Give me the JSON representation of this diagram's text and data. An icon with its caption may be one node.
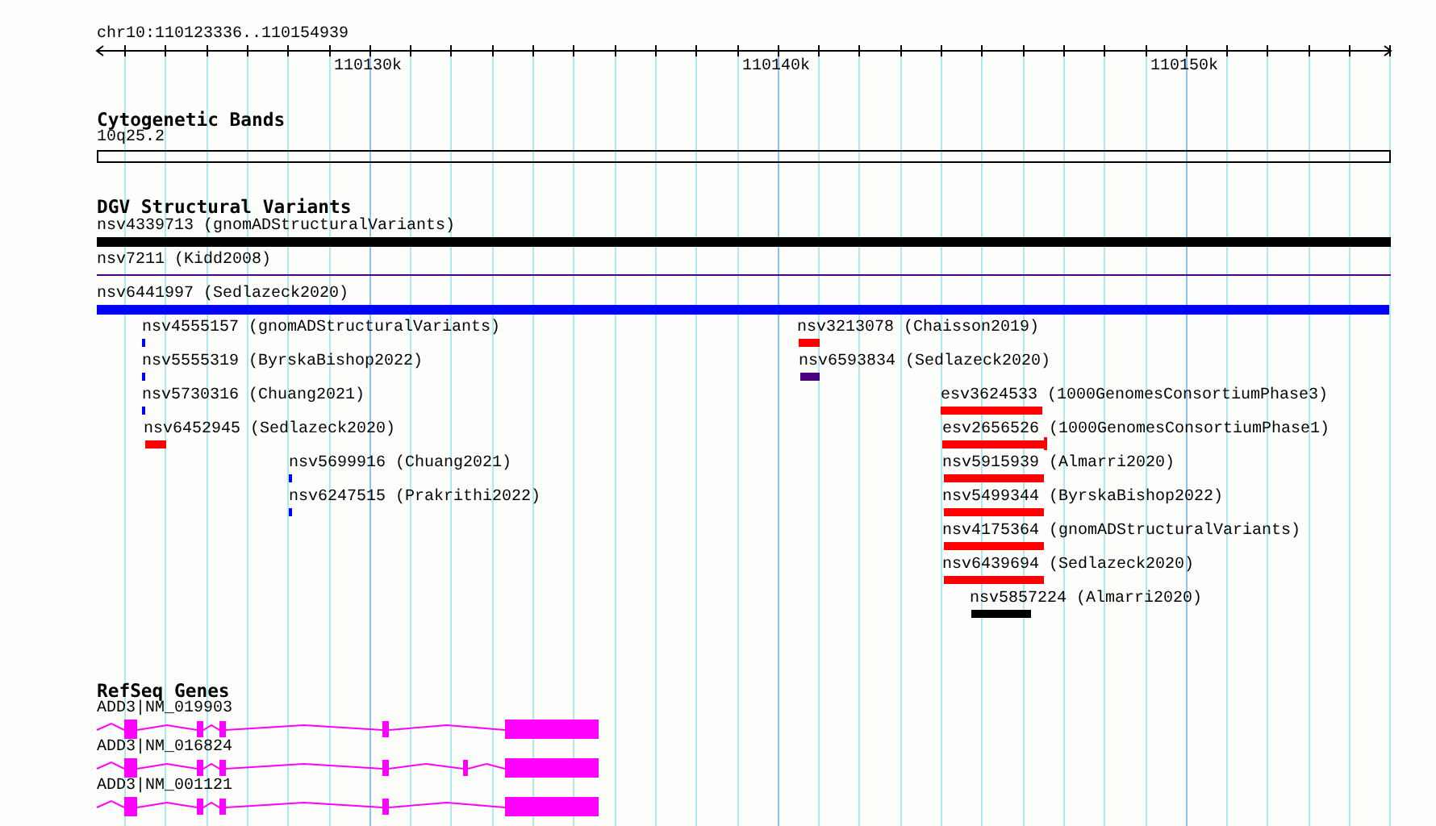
{
  "diagram": {
    "nodes": [
      {
        "text": [
          "nsv4339713 (gnomADStructuralVariants)"
        ]
      },
      {
        "text": [
          "nsv7211 (Kidd2008)"
        ]
      },
      {
        "text": [
          "nsv6441997 (Sedlazeck2020)"
        ]
      },
      {
        "text": [
          "nsv4555157 (gnomADStructuralVariants)"
        ]
      },
      {
        "text": [
          "nsv5555319 (ByrskaBishop2022)"
        ]
      },
      {
        "text": [
          "nsv5730316 (Chuang2021)"
        ]
      },
      {
        "text": [
          "nsv6452945 (Sedlazeck2020)"
        ]
      },
      {
        "text": [
          "nsv5699916 (Chuang2021)"
        ]
      },
      {
        "text": [
          "nsv6247515 (Prakrithi2022)"
        ]
      },
      {
        "text": [
          "nsv3213078 (Chaisson2019)"
        ]
      },
      {
        "text": [
          "nsv6593834 (Sedlazeck2020)"
        ]
      },
      {
        "text": [
          "esv3624533 (1000GenomesConsortiumPhase3)"
        ]
      },
      {
        "text": [
          "esv2656526 (1000GenomesConsortiumPhase1)"
        ]
      },
      {
        "text": [
          "nsv5915939 (Almarri2020)"
        ]
      },
      {
        "text": [
          "nsv5499344 (ByrskaBishop2022)"
        ]
      },
      {
        "text": [
          "nsv4175364 (gnomADStructuralVariants)"
        ]
      },
      {
        "text": [
          "nsv6439694 (Sedlazeck2020)"
        ]
      },
      {
        "text": [
          "nsv5857224 (Almarri2020)"
        ]
      },
      {
        "text": [
          "ADD3|NM_019903"
        ]
      },
      {
        "text": [
          "ADD3|NM_016824"
        ]
      },
      {
        "text": [
          "ADD3|NM_001121"
        ]
      }
    ],
    "labels": [
      "chr10:110123336..110154939",
      "110130k",
      "110140k",
      "110150k",
      "Cytogenetic Bands",
      "10q25.2",
      "DGV Structural Variants",
      "RefSeq Genes"
    ]
  }
}
